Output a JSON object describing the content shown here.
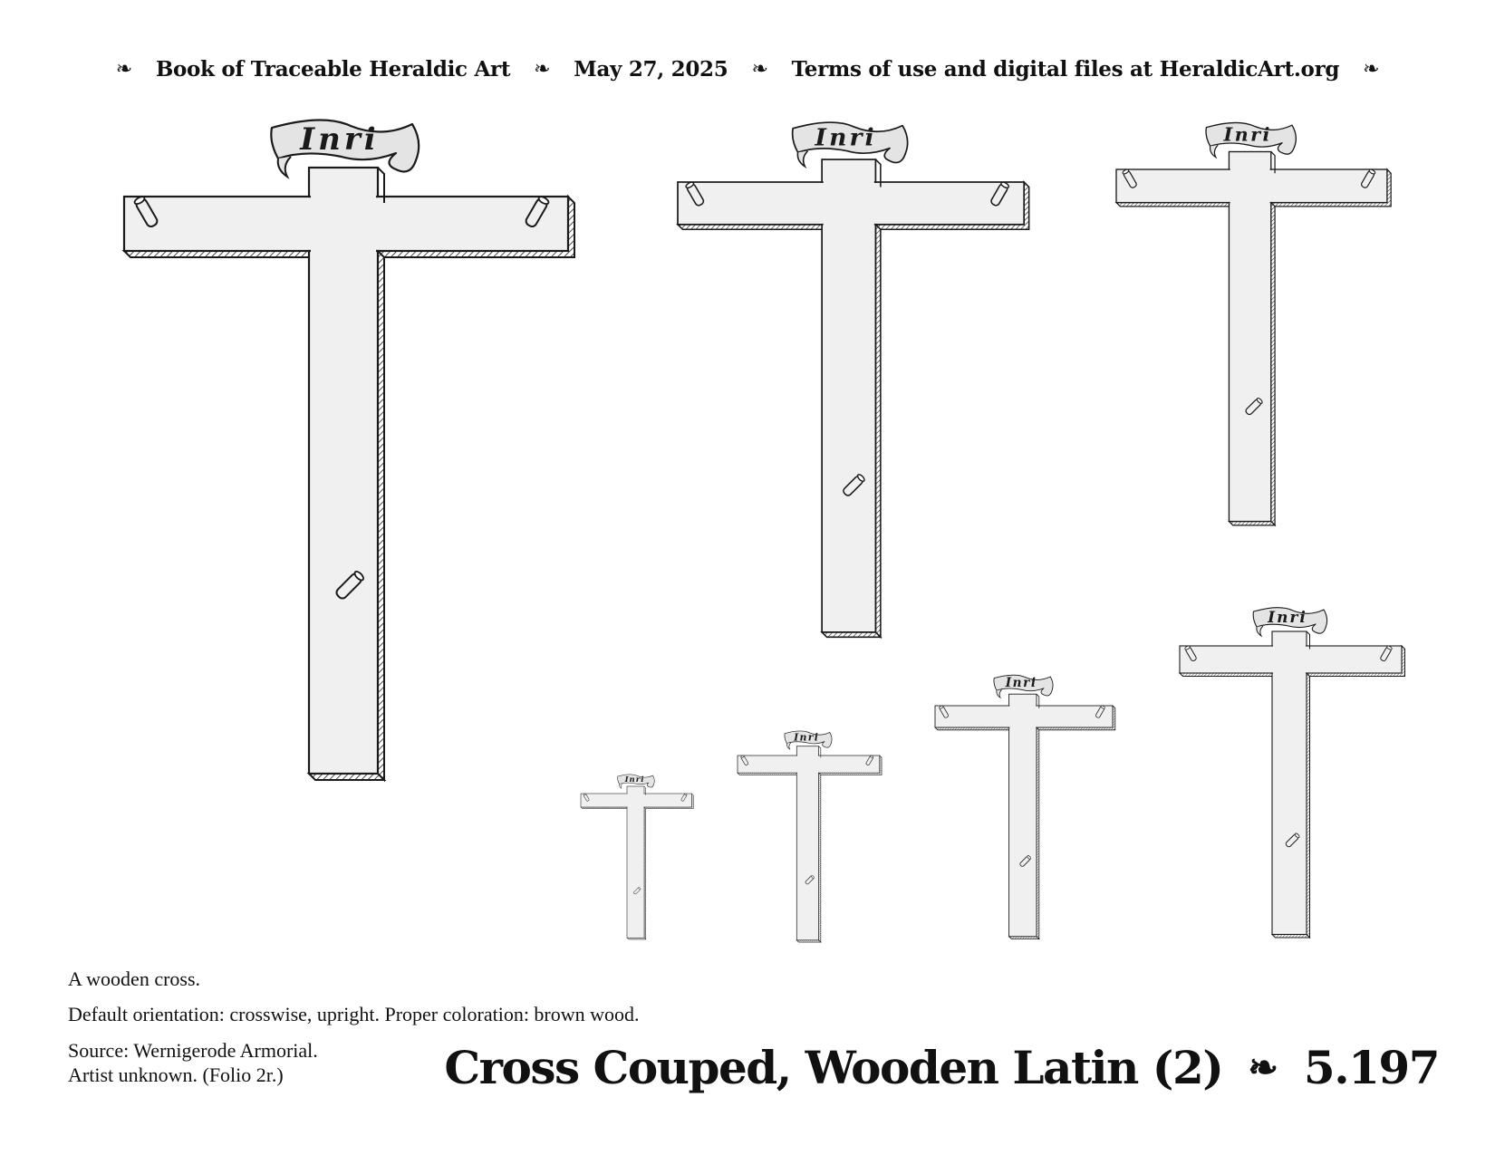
{
  "header": {
    "fleuron": "❧",
    "book": "Book of Traceable Heraldic Art",
    "date": "May 27, 2025",
    "terms": "Terms of use and digital files at HeraldicArt.org"
  },
  "scroll_text": "Inri",
  "description": {
    "line1": "A wooden cross.",
    "line2": "Default orientation: crosswise, upright. Proper coloration: brown wood.",
    "line3a": "Source: Wernigerode Armorial.",
    "line3b": "Artist unknown. (Folio 2r.)"
  },
  "title": {
    "name": "Cross Couped, Wooden Latin (2)",
    "fleuron": "❧",
    "number": "5.197"
  },
  "colors": {
    "wood_fill": "#f0f0f0",
    "scroll_fill": "#e4e4e4",
    "ink": "#1a1a1a"
  }
}
